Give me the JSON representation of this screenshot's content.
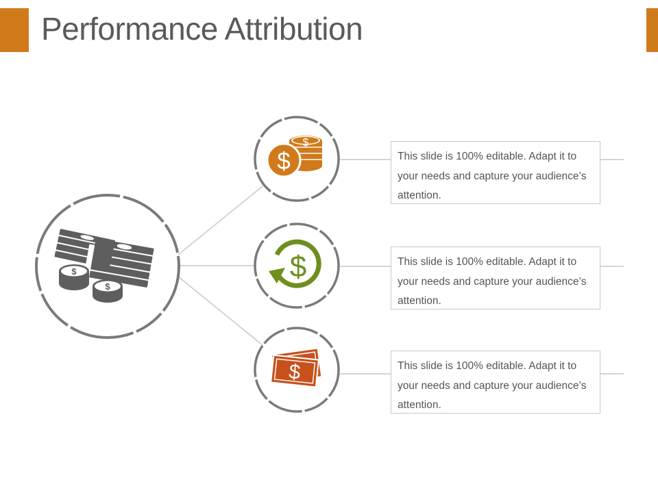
{
  "slide": {
    "title": "Performance Attribution"
  },
  "colors": {
    "accent": "#d07a1c",
    "ring": "#7a7a7a",
    "connector": "#d4d4d4",
    "icon_dark": "#5e5e5e",
    "coins_icon": "#d07a1c",
    "cycle_icon": "#6e8e1e",
    "bills_icon": "#c8501c"
  },
  "hub": {
    "icon": "cash-stack-icon"
  },
  "items": [
    {
      "icon": "coins-icon",
      "text": "This slide is 100% editable. Adapt it to your needs and capture your audience’s attention."
    },
    {
      "icon": "dollar-cycle-icon",
      "text": "This slide is 100% editable. Adapt it to your needs and capture your audience’s attention."
    },
    {
      "icon": "dollar-bills-icon",
      "text": "This slide is 100% editable. Adapt it to your needs and capture your audience’s attention."
    }
  ]
}
